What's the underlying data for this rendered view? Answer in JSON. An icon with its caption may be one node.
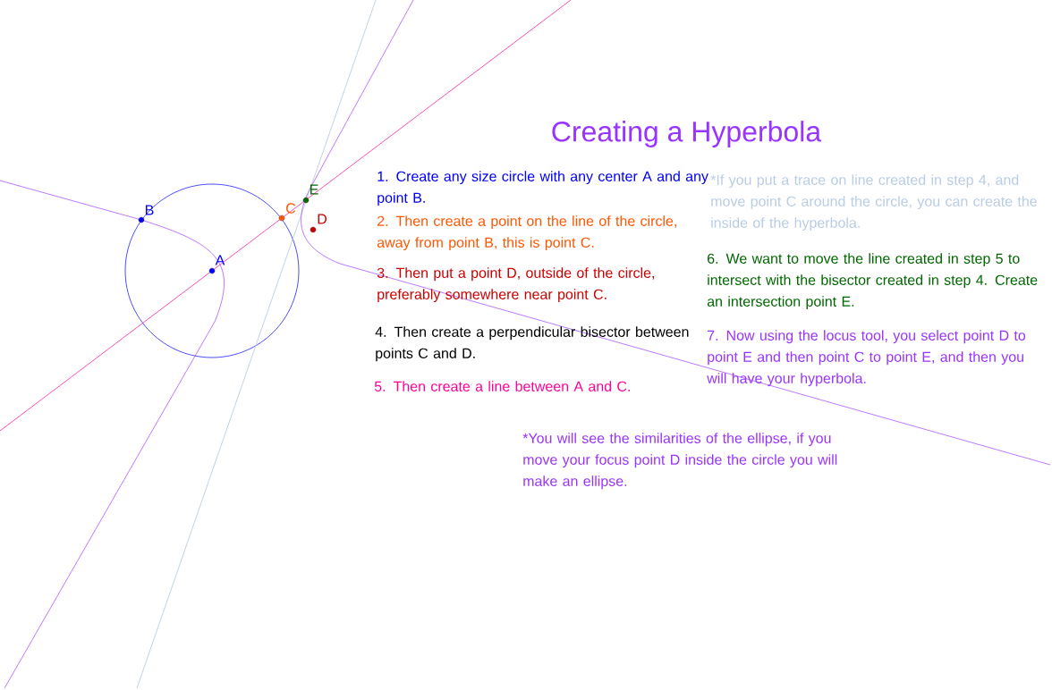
{
  "diagram": {
    "title": "Creating a Hyperbola",
    "nodes": [
      {
        "text": [],
        "shape": "circle",
        "beside": [
          "A"
        ]
      },
      {
        "text": [],
        "shape": "circle",
        "beside": [
          "B"
        ]
      },
      {
        "text": [],
        "shape": "circle",
        "beside": [
          "C"
        ]
      },
      {
        "text": [],
        "shape": "circle",
        "beside": [
          "D"
        ]
      },
      {
        "text": [],
        "shape": "circle",
        "beside": [
          "E"
        ]
      }
    ],
    "labels": [
      "1. Create any size circle with any center A and any point B.",
      "2. Then create a point on the line of the circle, away from point B, this is point C.",
      "3. Then put a point D, outside of the circle, preferably somewhere near point C.",
      "4. Then create a perpendicular bisector between points C and D.",
      "5. Then create a line between A and C.",
      "*If you put a trace on line created in step 4, and move point C around the circle, you can create the inside of the hyperbola.",
      "6. We want to move the line created in step 5 to intersect with the bisector created in step 4. Create an intersection point E.",
      "7. Now using the locus tool, you select point D to point E and then point C to point E, and then you will have your hyperbola.",
      "*You will see the similarities of the ellipse, if you move your focus point D inside the circle you will make an ellipse."
    ]
  }
}
